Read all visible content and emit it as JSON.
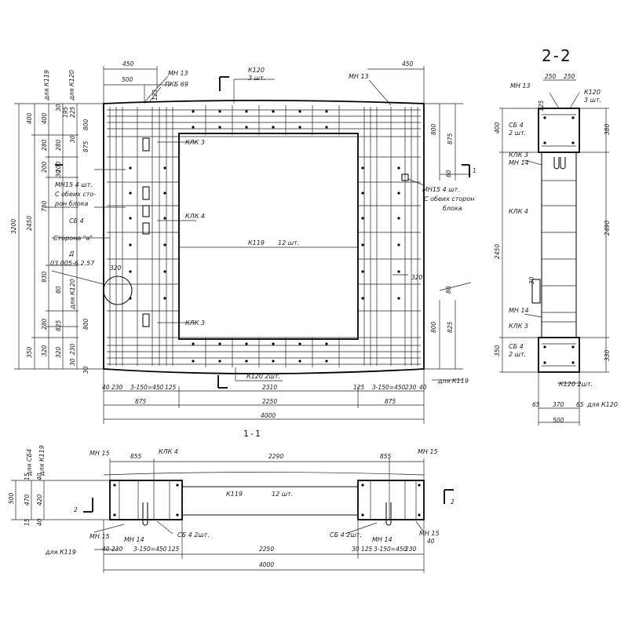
{
  "sections": {
    "s22": "2-2",
    "s11": "1-1",
    "cut1": "1",
    "cut2": "2"
  },
  "labels": {
    "dlya_k119": "для К119",
    "dlya_k120": "для К120",
    "dlya_sb4": "для СБ4",
    "mn13": "МН 13",
    "mn14": "МН 14",
    "mn15": "МН 15",
    "pkb69": "ПКБ 69",
    "k120_3": "К120",
    "sht3": "3 шт.",
    "sht2": "2 шт.",
    "k120_2": "К120 2шт.",
    "klk3": "КЛК 3",
    "klk4": "КЛК 4",
    "k119": "К119",
    "sht12": "12 шт.",
    "mn15_4": "МН15  4 шт.",
    "obeih1": "С обеих сто-",
    "obeih2": "рон блока",
    "mn15_4r": "МН15  4 шт.",
    "obeih_r1": "С обеих сторон",
    "obeih_r2": "блока",
    "sb4": "СБ 4",
    "sb4_2": "СБ 4 2шт.",
    "sb4_2b": "СБ 4",
    "storona": "Сторона \"а\"",
    "d_label": "Д",
    "d_ref": "03.005-6.2.57",
    "sb5": "СБ 4"
  },
  "dims": {
    "d450a": "450",
    "d500": "500",
    "d125": "125",
    "d450b": "450",
    "d3200": "3200",
    "d2450": "2450",
    "d400": "400",
    "d350": "350",
    "d30": "30",
    "d195": "195",
    "d225": "225",
    "d800": "800",
    "d875": "875",
    "d280": "280",
    "d200": "200",
    "d780": "780",
    "d930": "930",
    "d825": "825",
    "d320": "320",
    "d230": "230",
    "d40": "40",
    "d3150": "3-150=450",
    "d2310": "2310",
    "d2250": "2250",
    "d4000": "4000",
    "d80": "80",
    "d250a": "250",
    "d250b": "250",
    "d380": "380",
    "d2490": "2490",
    "d330": "330",
    "d65a": "65",
    "d370": "370",
    "d65b": "65",
    "d855a": "855",
    "d2290": "2290",
    "d855b": "855",
    "d15": "15",
    "d470": "470",
    "d420": "420",
    "d300": "300",
    "d370s": "370"
  }
}
